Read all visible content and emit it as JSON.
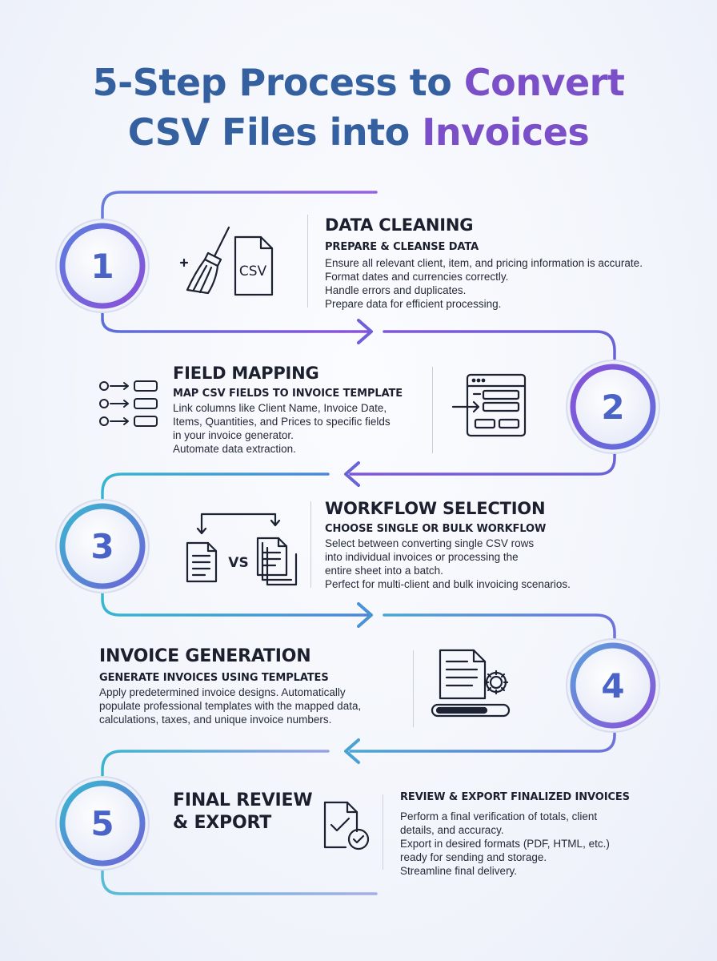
{
  "title": {
    "line1_part1": "5-Step Process to ",
    "line1_part2": "Convert",
    "line2_part1": "CSV Files into ",
    "line2_part2": "Invoices"
  },
  "colors": {
    "blue": "#35609f",
    "purple": "#7b4fc7",
    "connector_start": "#5a6fd8",
    "connector_end": "#8a4fd6",
    "teal": "#3bb7d0"
  },
  "steps": [
    {
      "number": "1",
      "icon": "broom-csv-icon",
      "icon_text": "CSV",
      "title": "DATA CLEANING",
      "subtitle": "PREPARE & CLEANSE DATA",
      "lines": [
        "Ensure all relevant client, item, and pricing information is accurate.",
        "Format dates and currencies correctly.",
        "Handle errors and duplicates.",
        "Prepare data for efficient processing."
      ]
    },
    {
      "number": "2",
      "icon": "field-mapping-icon",
      "title": "FIELD MAPPING",
      "subtitle": "MAP CSV FIELDS TO INVOICE TEMPLATE",
      "lines": [
        "Link columns like Client Name, Invoice Date,",
        "Items, Quantities, and Prices to specific fields",
        "in your invoice generator.",
        "Automate data extraction."
      ]
    },
    {
      "number": "3",
      "icon": "single-vs-bulk-icon",
      "icon_text": "VS",
      "title": "WORKFLOW SELECTION",
      "subtitle": "CHOOSE SINGLE OR BULK WORKFLOW",
      "lines": [
        "Select between converting single CSV rows",
        "into individual invoices or processing the",
        "entire sheet into a batch.",
        "Perfect for multi-client and bulk invoicing scenarios."
      ]
    },
    {
      "number": "4",
      "icon": "invoice-generation-icon",
      "title": "INVOICE GENERATION",
      "subtitle": "GENERATE INVOICES USING TEMPLATES",
      "lines": [
        "Apply predetermined invoice designs. Automatically",
        "populate professional templates with the mapped data,",
        "calculations, taxes, and unique invoice numbers."
      ]
    },
    {
      "number": "5",
      "icon": "document-check-icon",
      "title_lines": [
        "FINAL REVIEW",
        "& EXPORT"
      ],
      "subtitle": "REVIEW & EXPORT FINALIZED INVOICES",
      "lines": [
        "Perform a final verification of totals, client",
        "details, and accuracy.",
        "Export in desired formats (PDF, HTML, etc.)",
        "ready for sending and storage.",
        "Streamline final delivery."
      ]
    }
  ]
}
